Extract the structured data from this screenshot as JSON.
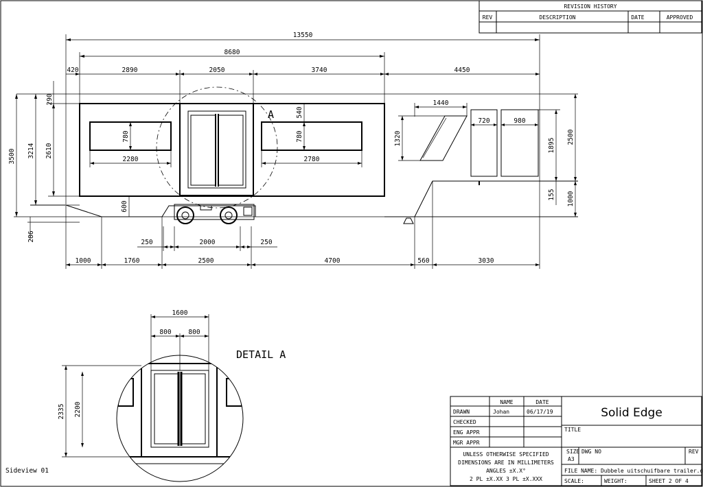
{
  "revision": {
    "title": "REVISION HISTORY",
    "headers": {
      "rev": "REV",
      "description": "DESCRIPTION",
      "date": "DATE",
      "approved": "APPROVED"
    }
  },
  "side_view": {
    "label": "Sideview 01",
    "detail_callout": "A",
    "dims": {
      "total": "13550",
      "body": "8680",
      "seg_420": "420",
      "seg_2890": "2890",
      "seg_2050": "2050",
      "seg_3740": "3740",
      "seg_4450": "4450",
      "h_3500": "3500",
      "h_3214": "3214",
      "h_2610": "2610",
      "h_290": "290",
      "h_286": "286",
      "win_780_a": "780",
      "win_780_b": "780",
      "win_540": "540",
      "win_2280": "2280",
      "win_2780": "2780",
      "skirt_600": "600",
      "hatch_1440": "1440",
      "hatch_1320": "1320",
      "w_720": "720",
      "w_980": "980",
      "h_1895": "1895",
      "h_2500": "2500",
      "h_155": "155",
      "h_1000": "1000",
      "ax_250_a": "250",
      "ax_2000": "2000",
      "ax_250_b": "250",
      "b_1000": "1000",
      "b_1760": "1760",
      "b_2500": "2500",
      "b_4700": "4700",
      "b_560": "560",
      "b_3030": "3030"
    }
  },
  "detail": {
    "title": "DETAIL A",
    "dims": {
      "w_1600": "1600",
      "w_800_a": "800",
      "w_800_b": "800",
      "h_2335": "2335",
      "h_2200": "2200"
    }
  },
  "title_block": {
    "col_name": "NAME",
    "col_date": "DATE",
    "rows": [
      {
        "role": "DRAWN",
        "name": "Johan",
        "date": "06/17/19"
      },
      {
        "role": "CHECKED",
        "name": "",
        "date": ""
      },
      {
        "role": "ENG APPR",
        "name": "",
        "date": ""
      },
      {
        "role": "MGR APPR",
        "name": "",
        "date": ""
      }
    ],
    "notes": [
      "UNLESS OTHERWISE SPECIFIED",
      "DIMENSIONS ARE IN MILLIMETERS",
      "ANGLES ±X.X°",
      "2 PL ±X.XX 3 PL ±X.XXX"
    ],
    "company": "Solid Edge",
    "title_label": "TITLE",
    "size_label": "SIZE",
    "size_value": "A3",
    "dwg_no_label": "DWG NO",
    "rev_label": "REV",
    "file_name": "FILE NAME: Dubbele uitschuifbare trailer.dft",
    "scale_label": "SCALE:",
    "weight_label": "WEIGHT:",
    "sheet": "SHEET 2 OF 4"
  }
}
